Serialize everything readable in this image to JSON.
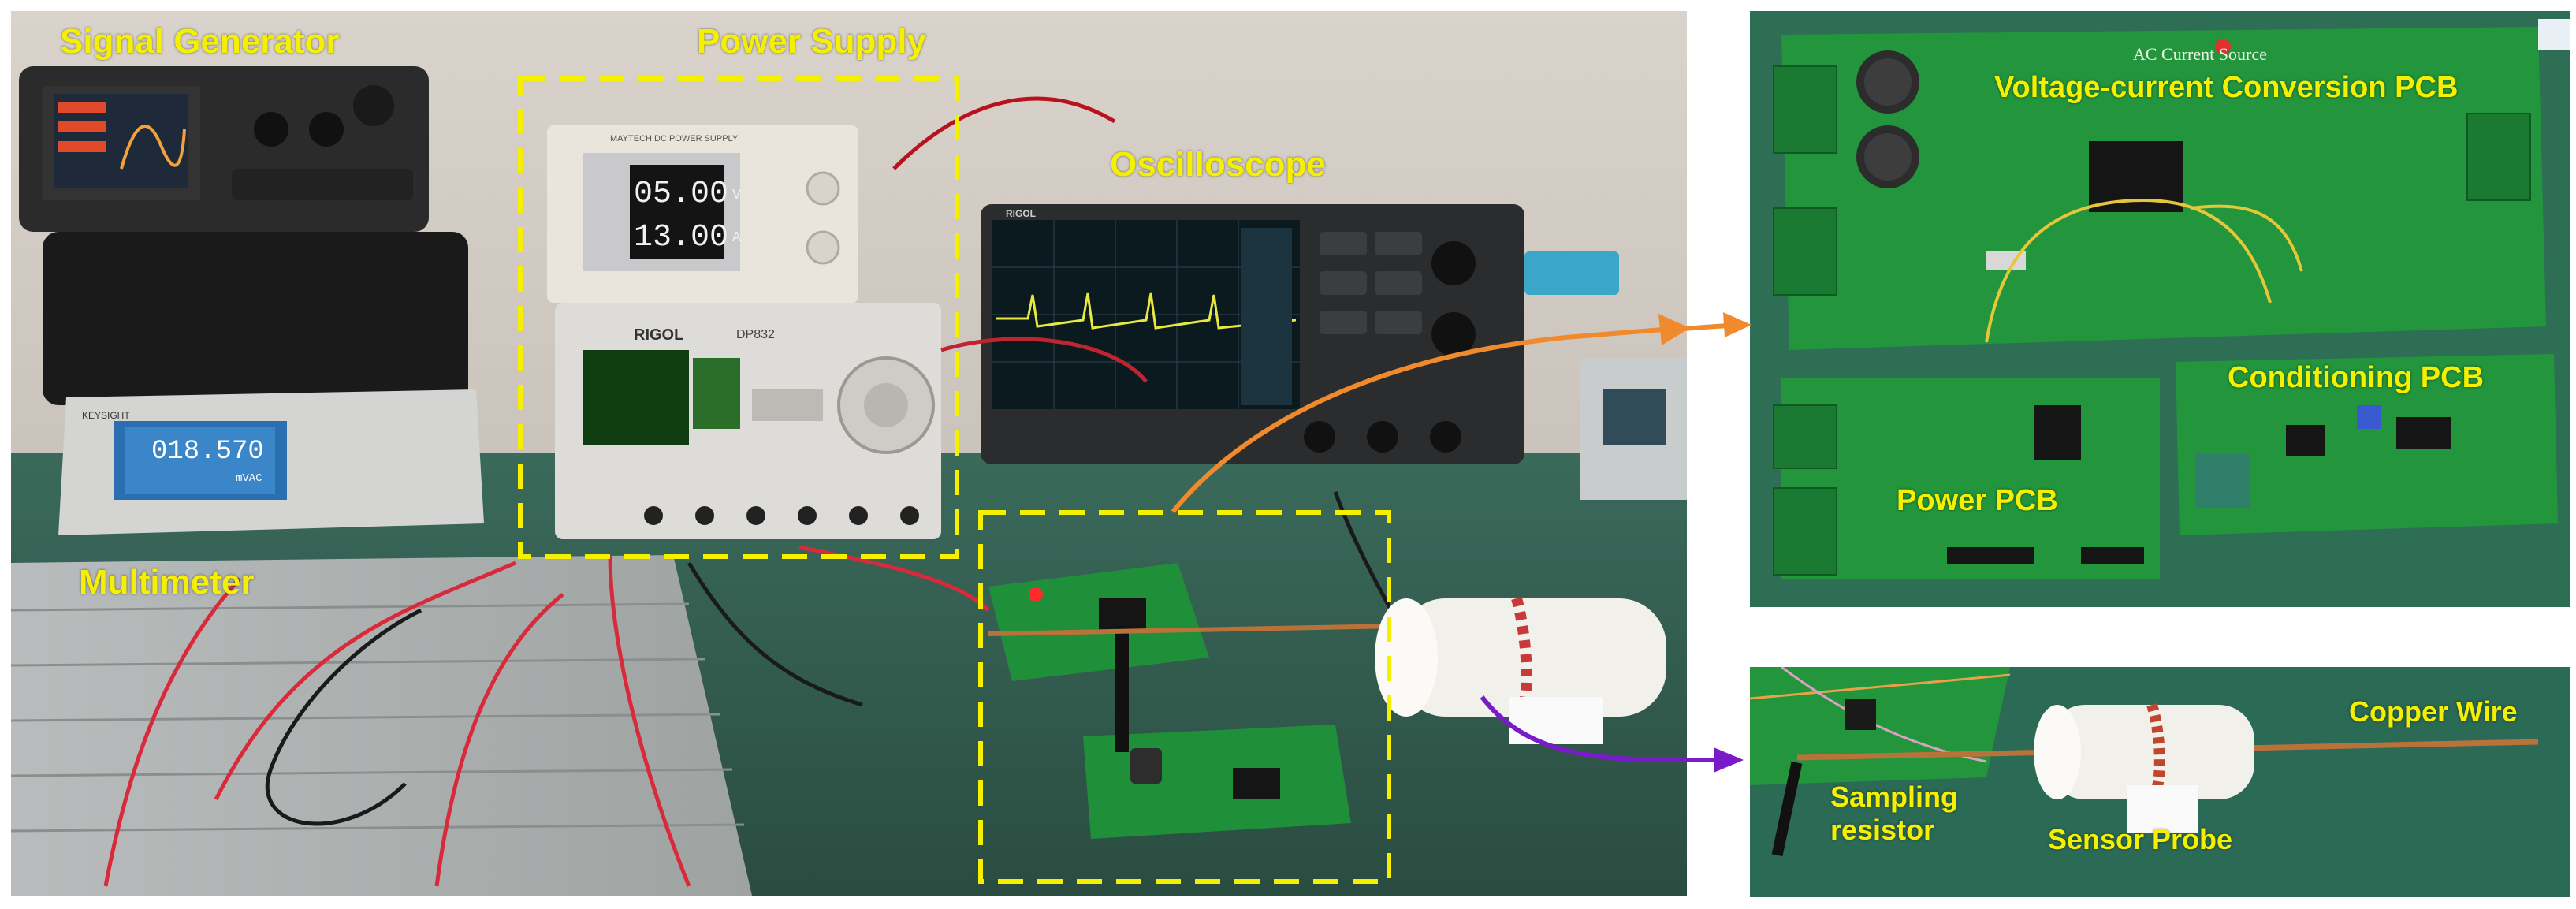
{
  "colors": {
    "label": "#f5f000",
    "dash_box": "#f5f000",
    "arrow_orange": "#f08a2c",
    "arrow_purple": "#7a1bc9",
    "pcb_green": "#1f8f3a",
    "bench_green": "#2e5a4c"
  },
  "main_photo": {
    "labels": {
      "signal_generator": "Signal Generator",
      "power_supply": "Power Supply",
      "oscilloscope": "Oscilloscope",
      "multimeter": "Multimeter"
    },
    "power_supply_display": {
      "brand": "MAYTECH DC POWER SUPPLY",
      "voltage": "05.00",
      "voltage_unit": "V",
      "current": "13.00",
      "current_unit": "A"
    },
    "rigol_supply": {
      "brand": "RIGOL",
      "model": "DP832"
    },
    "multimeter_display": {
      "brand": "KEYSIGHT",
      "reading": "018.570",
      "unit": "mVAC"
    },
    "oscilloscope_brand": "RIGOL"
  },
  "top_right_photo": {
    "labels": {
      "vi_pcb": "Voltage-current Conversion PCB",
      "conditioning_pcb": "Conditioning PCB",
      "power_pcb": "Power PCB"
    },
    "board_silk": "AC Current Source"
  },
  "bottom_right_photo": {
    "labels": {
      "copper_wire": "Copper Wire",
      "sampling_resistor": "Sampling\nresistor",
      "sensor_probe": "Sensor Probe"
    }
  },
  "icons": {
    "orange_arrow": "arrow-right-icon",
    "purple_arrow": "arrow-right-icon"
  }
}
